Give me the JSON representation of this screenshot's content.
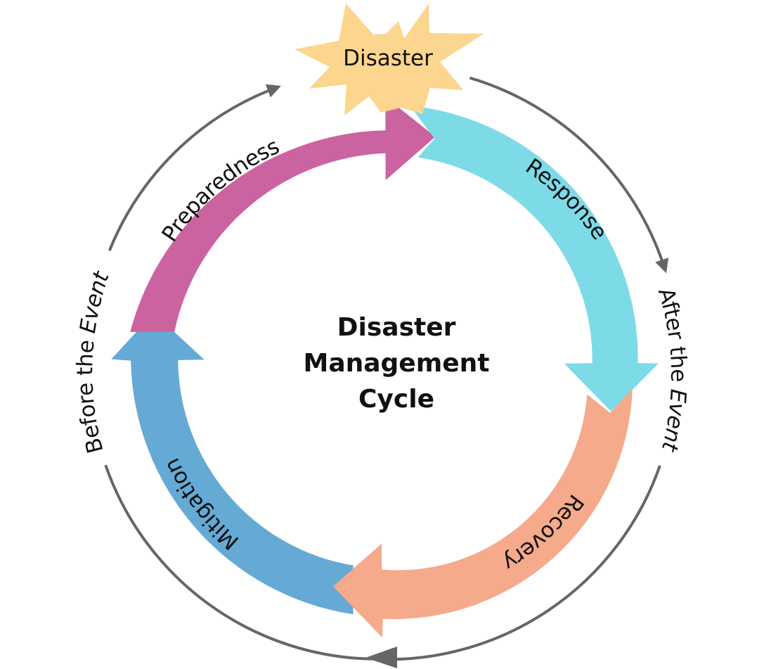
{
  "diagram": {
    "event_label": "Disaster",
    "center_title": [
      "Disaster",
      "Management",
      "Cycle"
    ],
    "phases": [
      {
        "id": "preparedness",
        "label": "Preparedness",
        "color": "#CC63A1"
      },
      {
        "id": "response",
        "label": "Response",
        "color": "#7DDBE8"
      },
      {
        "id": "recovery",
        "label": "Recovery",
        "color": "#F5AA8C"
      },
      {
        "id": "mitigation",
        "label": "Mitigation",
        "color": "#64AAD5"
      }
    ],
    "outer_labels": {
      "before": {
        "prefix": "Before the ",
        "emphasis": "Event"
      },
      "after": {
        "prefix": "After the ",
        "emphasis": "Event"
      }
    },
    "colors": {
      "star_fill": "#FCD58E",
      "outer_arrow": "#666666",
      "text": "#111111"
    }
  }
}
